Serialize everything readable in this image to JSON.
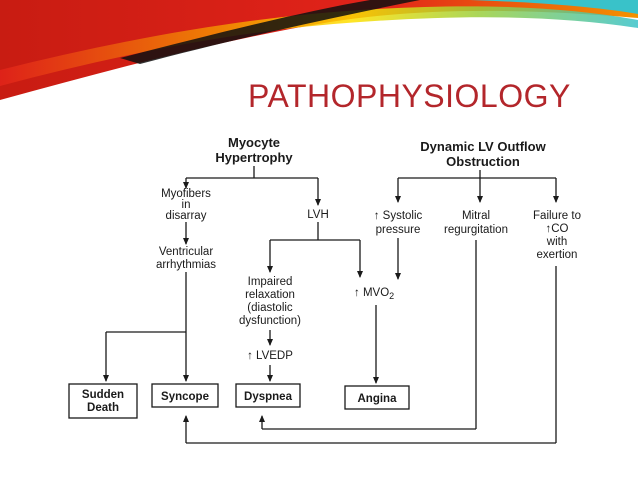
{
  "slide": {
    "title": "PATHOPHYSIOLOGY"
  },
  "diagram": {
    "myocyte_hypertrophy": [
      "Myocyte",
      "Hypertrophy"
    ],
    "dynamic_lv_outflow_obstruction": [
      "Dynamic LV Outflow",
      "Obstruction"
    ],
    "myofibers_in_disarray": [
      "Myofibers",
      "in",
      "disarray"
    ],
    "lvh": "LVH",
    "systolic_pressure": [
      "↑ Systolic",
      "pressure"
    ],
    "mitral_regurgitation": [
      "Mitral",
      "regurgitation"
    ],
    "failure_to_co": [
      "Failure to",
      "↑CO",
      "with",
      "exertion"
    ],
    "ventricular_arrhythmias": [
      "Ventricular",
      "arrhythmias"
    ],
    "impaired_relaxation": [
      "Impaired",
      "relaxation",
      "(diastolic",
      "dysfunction)"
    ],
    "mvo2": "↑ MVO",
    "mvo2_subscript": "2",
    "lvedp": "↑ LVEDP",
    "outcomes": {
      "sudden_death": [
        "Sudden",
        "Death"
      ],
      "syncope": "Syncope",
      "dyspnea": "Dyspnea",
      "angina": "Angina"
    }
  },
  "colors": {
    "title_red": "#b3262b",
    "ink": "#1a1a1a",
    "banner_red": "#e2231a",
    "banner_orange": "#f39200",
    "banner_yellow": "#ffe000",
    "banner_green": "#9bcf3c",
    "banner_teal": "#39c2c9"
  }
}
